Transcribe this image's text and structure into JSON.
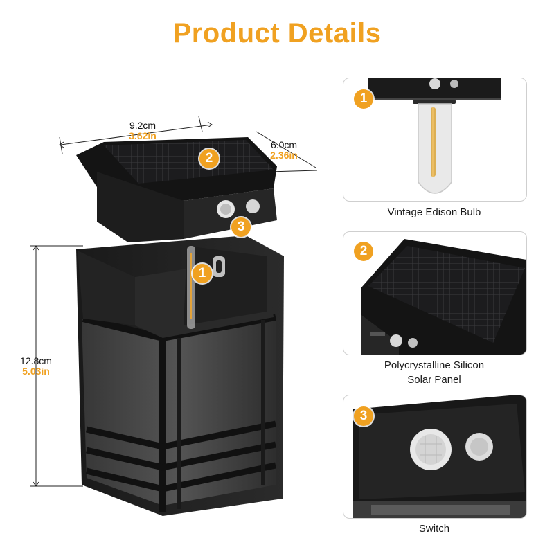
{
  "title": "Product Details",
  "accent_color": "#f0a121",
  "dimensions": {
    "width": {
      "cm": "9.2cm",
      "in": "3.62in"
    },
    "depth": {
      "cm": "6.0cm",
      "in": "2.36in"
    },
    "height": {
      "cm": "12.8cm",
      "in": "5.03in"
    }
  },
  "markers": [
    "1",
    "2",
    "3"
  ],
  "features": [
    {
      "number": "1",
      "caption_lines": [
        "Vintage Edison Bulb"
      ]
    },
    {
      "number": "2",
      "caption_lines": [
        "Polycrystalline Silicon",
        "Solar Panel"
      ]
    },
    {
      "number": "3",
      "caption_lines": [
        "Switch"
      ]
    }
  ]
}
